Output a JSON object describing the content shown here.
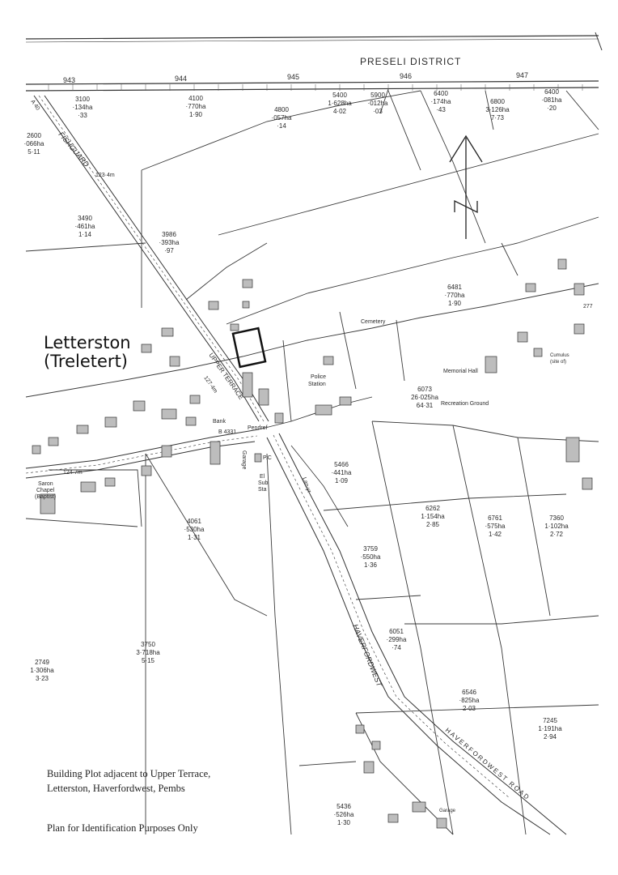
{
  "map_header": {
    "district": "PRESELI DISTRICT"
  },
  "grid_refs": [
    "943",
    "944",
    "945",
    "946",
    "947"
  ],
  "settlement": {
    "name": "Letterston",
    "welsh_name": "(Treletert)"
  },
  "parcels": [
    {
      "id": "3100",
      "area": "·134ha",
      "acres": "·33"
    },
    {
      "id": "4100",
      "area": "·770ha",
      "acres": "1·90"
    },
    {
      "id": "4800",
      "area": "·057ha",
      "acres": "·14"
    },
    {
      "id": "5400",
      "area": "1·628ha",
      "acres": "4·02"
    },
    {
      "id": "5900",
      "area": "·012ha",
      "acres": "·03"
    },
    {
      "id": "6400",
      "area": "·174ha",
      "acres": "·43"
    },
    {
      "id": "6800",
      "area": "3·126ha",
      "acres": "7·73"
    },
    {
      "id": "6400",
      "area": "·081ha",
      "acres": "·20"
    },
    {
      "id": "2600",
      "area": "·066ha",
      "acres": "5·11"
    },
    {
      "id": "3490",
      "area": "·461ha",
      "acres": "1·14"
    },
    {
      "id": "3986",
      "area": "·393ha",
      "acres": "·97"
    },
    {
      "id": "6481",
      "area": "·770ha",
      "acres": "1·90"
    },
    {
      "id": "6073",
      "area": "26·025ha",
      "acres": "64·31"
    },
    {
      "id": "5466",
      "area": "·441ha",
      "acres": "1·09"
    },
    {
      "id": "6262",
      "area": "1·154ha",
      "acres": "2·85"
    },
    {
      "id": "6761",
      "area": "·575ha",
      "acres": "1·42"
    },
    {
      "id": "7360",
      "area": "1·102ha",
      "acres": "2·72"
    },
    {
      "id": "4061",
      "area": "·530ha",
      "acres": "1·31"
    },
    {
      "id": "3759",
      "area": "·550ha",
      "acres": "1·36"
    },
    {
      "id": "6051",
      "area": "·299ha",
      "acres": "·74"
    },
    {
      "id": "3750",
      "area": "3·718ha",
      "acres": "5·15"
    },
    {
      "id": "2749",
      "area": "1·306ha",
      "acres": "3·23"
    },
    {
      "id": "6546",
      "area": "·825ha",
      "acres": "2·03"
    },
    {
      "id": "7245",
      "area": "1·191ha",
      "acres": "2·94"
    },
    {
      "id": "5436",
      "area": "·526ha",
      "acres": "1·30"
    }
  ],
  "places": {
    "cemetery": "Cemetery",
    "police": "Police",
    "station": "Station",
    "memorial_hall": "Memorial Hall",
    "recreation_ground": "Recreation Ground",
    "cumulus": "Cumulus",
    "site_of": "(site of)",
    "bank": "Bank",
    "pendref": "Pendref",
    "garage": "Garage",
    "garage2": "Garage",
    "pc": "P.C",
    "el_sub_sta": "El",
    "sub": "Sub",
    "sta": "Sta",
    "saron_chapel": "Saron",
    "chapel": "Chapel",
    "baptist": "(Baptist)",
    "upper_terrace": "UPPER TERRACE",
    "bm_127": "127·4m",
    "bm_123": "123·4m",
    "bm_124": "124·7m",
    "road_b4331": "B 4331",
    "a40": "A 40",
    "fishguard": "FISHGUARD",
    "haverfordwest": "HAVERFORDWEST",
    "haverfordwest_road": "HAVERFORDWEST ROAD",
    "lan_yr": "Lan-yr",
    "mark_277": "277"
  },
  "caption": {
    "line1": "Building Plot adjacent to Upper Terrace,",
    "line2": "Letterston, Haverfordwest, Pembs",
    "line3": "Plan for Identification Purposes Only"
  }
}
